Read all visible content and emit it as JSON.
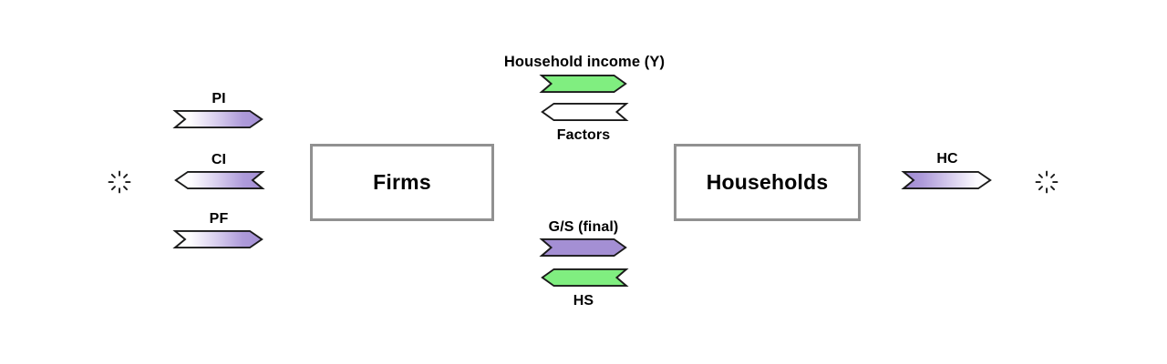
{
  "diagram": {
    "type": "circular-flow",
    "entities": [
      {
        "id": "firms",
        "label": "Firms"
      },
      {
        "id": "households",
        "label": "Households"
      }
    ],
    "flows": [
      {
        "id": "pi",
        "label": "PI",
        "direction": "right",
        "fill": "gradient-white-to-purple",
        "label_position": "above"
      },
      {
        "id": "ci",
        "label": "CI",
        "direction": "left",
        "fill": "gradient-white-to-purple",
        "label_position": "above"
      },
      {
        "id": "pf",
        "label": "PF",
        "direction": "right",
        "fill": "gradient-white-to-purple",
        "label_position": "above"
      },
      {
        "id": "household-income",
        "label": "Household income (Y)",
        "direction": "right",
        "fill": "solid-green",
        "label_position": "above"
      },
      {
        "id": "factors",
        "label": "Factors",
        "direction": "left",
        "fill": "white",
        "label_position": "below"
      },
      {
        "id": "gs-final",
        "label": "G/S (final)",
        "direction": "right",
        "fill": "solid-purple",
        "label_position": "above"
      },
      {
        "id": "hs",
        "label": "HS",
        "direction": "left",
        "fill": "solid-green",
        "label_position": "below"
      },
      {
        "id": "hc",
        "label": "HC",
        "direction": "right",
        "fill": "gradient-purple-to-white",
        "label_position": "above"
      }
    ],
    "endpoint_icons": [
      {
        "id": "left-burst",
        "name": "starburst-icon"
      },
      {
        "id": "right-burst",
        "name": "starburst-icon"
      }
    ],
    "colors": {
      "green": "#80EE80",
      "purple": "#A48FD4",
      "purple_light": "#C9BCE8",
      "white": "#FFFFFF",
      "outline": "#1A1A1A",
      "box_border": "#919191",
      "text": "#000000",
      "background": "#FFFFFF"
    }
  }
}
